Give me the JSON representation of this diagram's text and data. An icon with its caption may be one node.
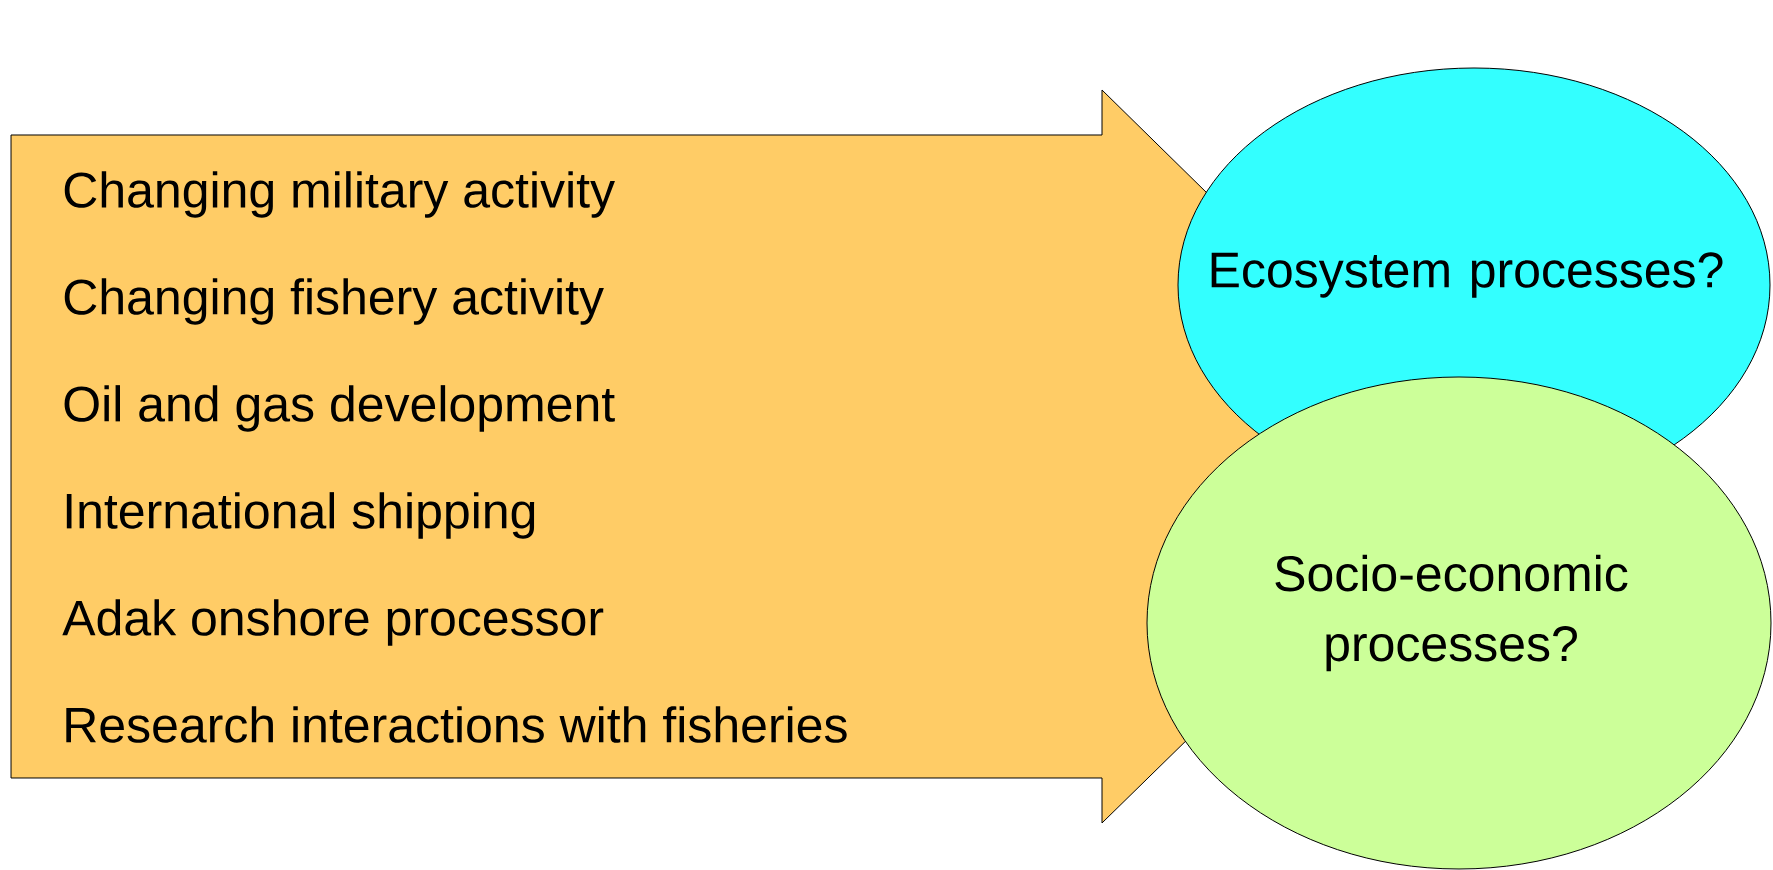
{
  "diagram": {
    "nodes": [
      {
        "text": [
          "Changing military activity",
          "Changing fishery activity",
          "Oil and gas development",
          "International shipping",
          "Adak onshore processor",
          "Research interactions with fisheries"
        ]
      },
      {
        "text": [
          "Ecosystem processes?"
        ]
      },
      {
        "text": [
          "Socio-economic processes?"
        ]
      }
    ]
  }
}
